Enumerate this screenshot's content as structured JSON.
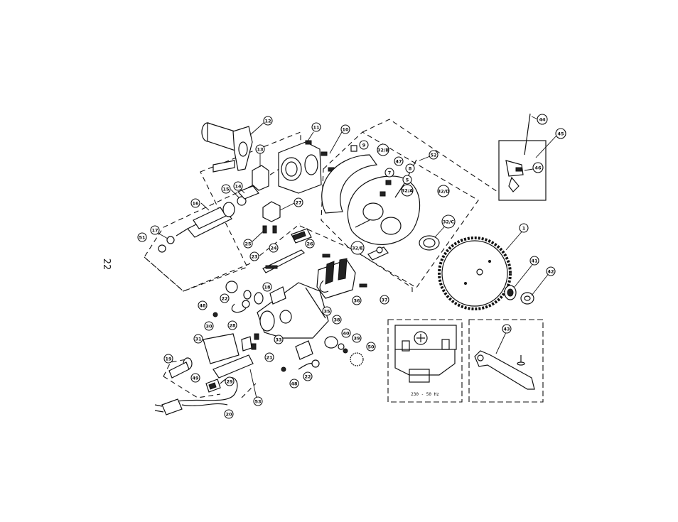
{
  "page_number": "22",
  "wiring_box": {
    "frequency_label": "230 - 50 Hz"
  },
  "callouts": [
    {
      "id": "c12",
      "label": "12"
    },
    {
      "id": "c11",
      "label": "11"
    },
    {
      "id": "c10",
      "label": "10"
    },
    {
      "id": "c13",
      "label": "13"
    },
    {
      "id": "c9",
      "label": "9"
    },
    {
      "id": "c32B",
      "label": "32/B"
    },
    {
      "id": "c47",
      "label": "47"
    },
    {
      "id": "c52",
      "label": "52"
    },
    {
      "id": "c8",
      "label": "8"
    },
    {
      "id": "c7",
      "label": "7"
    },
    {
      "id": "c5",
      "label": "5"
    },
    {
      "id": "c32A",
      "label": "32/A"
    },
    {
      "id": "c32D",
      "label": "32/D"
    },
    {
      "id": "c14",
      "label": "14"
    },
    {
      "id": "c15",
      "label": "15"
    },
    {
      "id": "c16",
      "label": "16"
    },
    {
      "id": "c27",
      "label": "27"
    },
    {
      "id": "c17",
      "label": "17"
    },
    {
      "id": "c51",
      "label": "51"
    },
    {
      "id": "c25",
      "label": "25"
    },
    {
      "id": "c24",
      "label": "24"
    },
    {
      "id": "c26",
      "label": "26"
    },
    {
      "id": "c23",
      "label": "23"
    },
    {
      "id": "c32E",
      "label": "32/E"
    },
    {
      "id": "c32C",
      "label": "32/C"
    },
    {
      "id": "c1",
      "label": "1"
    },
    {
      "id": "c44",
      "label": "44"
    },
    {
      "id": "c45",
      "label": "45"
    },
    {
      "id": "c46",
      "label": "46"
    },
    {
      "id": "c18",
      "label": "18"
    },
    {
      "id": "c36",
      "label": "36"
    },
    {
      "id": "c37",
      "label": "37"
    },
    {
      "id": "c41",
      "label": "41"
    },
    {
      "id": "c42",
      "label": "42"
    },
    {
      "id": "c22a",
      "label": "22"
    },
    {
      "id": "c48a",
      "label": "48"
    },
    {
      "id": "c35",
      "label": "35"
    },
    {
      "id": "c30",
      "label": "30"
    },
    {
      "id": "c28",
      "label": "28"
    },
    {
      "id": "c38",
      "label": "38"
    },
    {
      "id": "c40",
      "label": "40"
    },
    {
      "id": "c39",
      "label": "39"
    },
    {
      "id": "c50",
      "label": "50"
    },
    {
      "id": "c31",
      "label": "31"
    },
    {
      "id": "c33",
      "label": "33"
    },
    {
      "id": "c21",
      "label": "21"
    },
    {
      "id": "c19",
      "label": "19"
    },
    {
      "id": "c49",
      "label": "49"
    },
    {
      "id": "c29",
      "label": "29"
    },
    {
      "id": "c22b",
      "label": "22"
    },
    {
      "id": "c48b",
      "label": "48"
    },
    {
      "id": "c53",
      "label": "53"
    },
    {
      "id": "c20",
      "label": "20"
    },
    {
      "id": "c43",
      "label": "43"
    }
  ]
}
